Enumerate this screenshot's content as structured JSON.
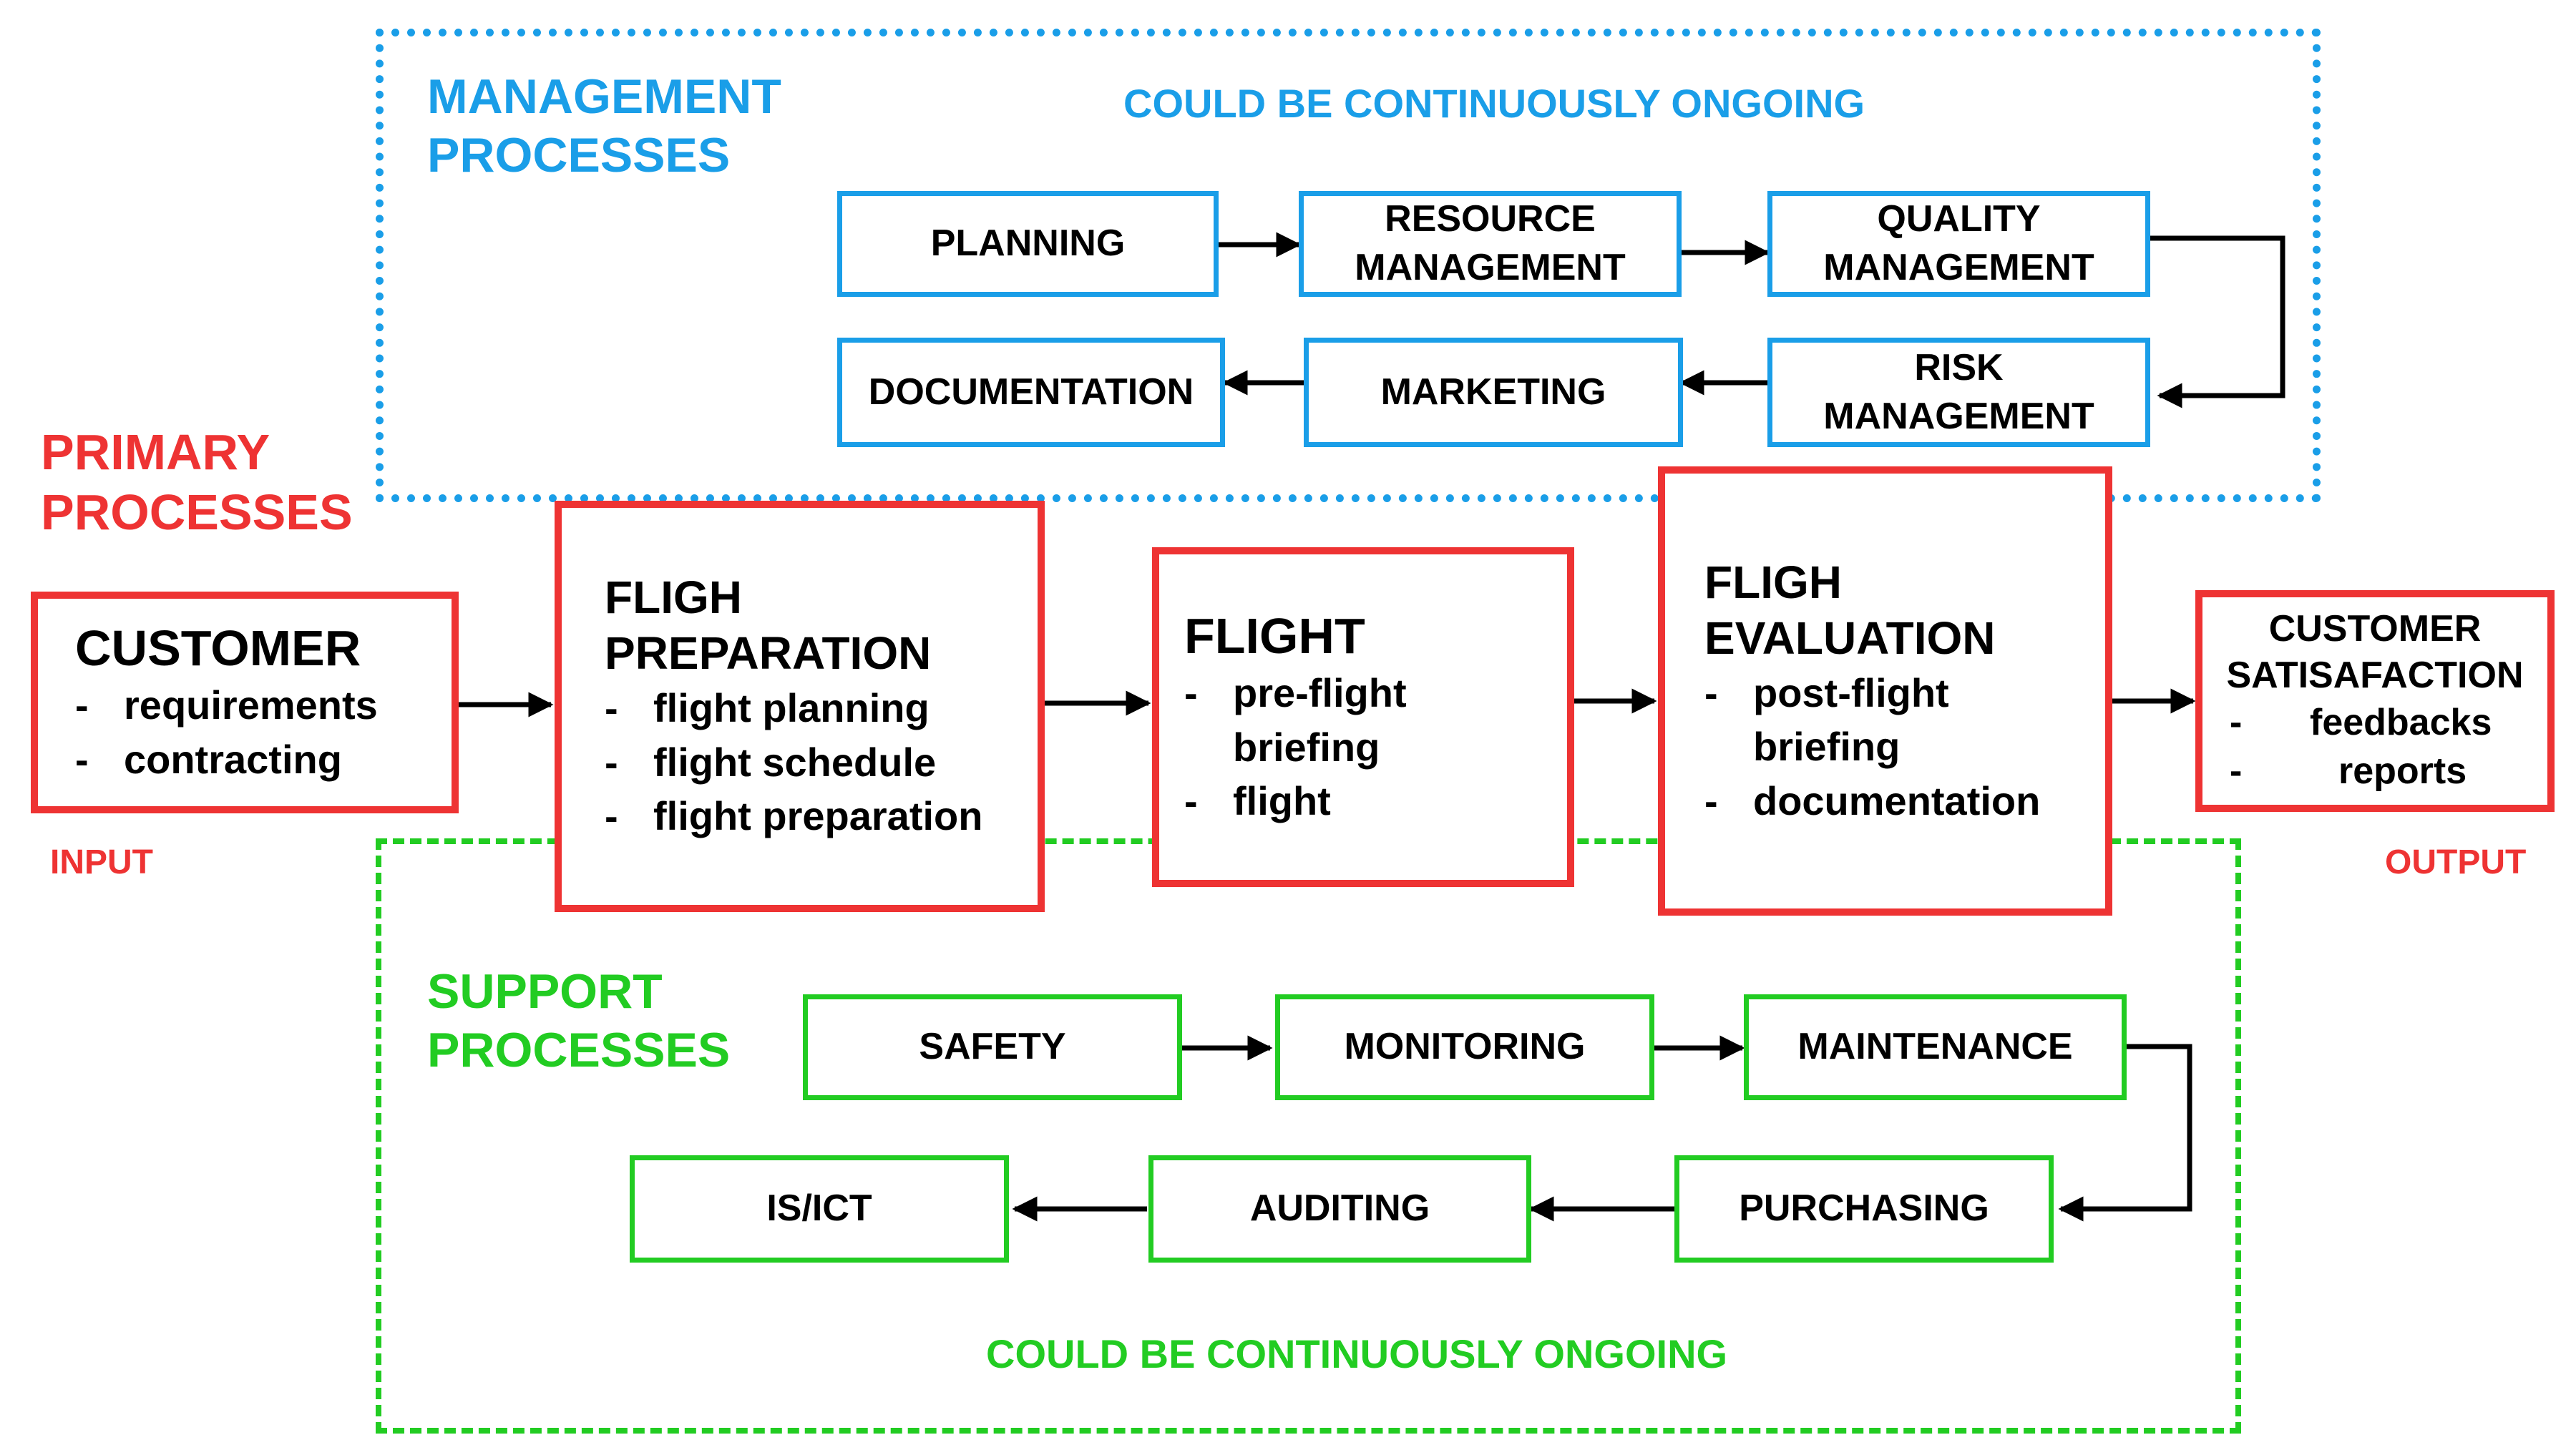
{
  "management": {
    "heading_line1": "MANAGEMENT",
    "heading_line2": "PROCESSES",
    "note": "COULD BE CONTINUOUSLY ONGOING",
    "color": "#1a9ee8",
    "boxes": {
      "planning": [
        "PLANNING"
      ],
      "resource": [
        "RESOURCE",
        "MANAGEMENT"
      ],
      "quality": [
        "QUALITY",
        "MANAGEMENT"
      ],
      "risk": [
        "RISK",
        "MANAGEMENT"
      ],
      "marketing": [
        "MARKETING"
      ],
      "documentation": [
        "DOCUMENTATION"
      ]
    }
  },
  "primary": {
    "heading_line1": "PRIMARY",
    "heading_line2": "PROCESSES",
    "color": "#ee3333",
    "input_label": "INPUT",
    "output_label": "OUTPUT",
    "customer": {
      "title": "CUSTOMER",
      "items": [
        "requirements",
        "contracting"
      ]
    },
    "flight_preparation": {
      "title_line1": "FLIGH",
      "title_line2": "PREPARATION",
      "items": [
        "flight planning",
        "flight schedule",
        "flight preparation"
      ]
    },
    "flight": {
      "title": "FLIGHT",
      "item1_line1": "pre-flight",
      "item1_line2": "briefing",
      "item2": "flight"
    },
    "flight_evaluation": {
      "title_line1": "FLIGH",
      "title_line2": "EVALUATION",
      "item1_line1": "post-flight",
      "item1_line2": "briefing",
      "item2": "documentation"
    },
    "customer_satisfaction": {
      "title_line1": "CUSTOMER",
      "title_line2": "SATISAFACTION",
      "items": [
        "feedbacks",
        "reports"
      ]
    },
    "dash": "-"
  },
  "support": {
    "heading_line1": "SUPPORT",
    "heading_line2": "PROCESSES",
    "note": "COULD BE CONTINUOUSLY ONGOING",
    "color": "#22cc22",
    "boxes": {
      "safety": [
        "SAFETY"
      ],
      "monitoring": [
        "MONITORING"
      ],
      "maintenance": [
        "MAINTENANCE"
      ],
      "purchasing": [
        "PURCHASING"
      ],
      "auditing": [
        "AUDITING"
      ],
      "isict": [
        "IS/ICT"
      ]
    }
  }
}
